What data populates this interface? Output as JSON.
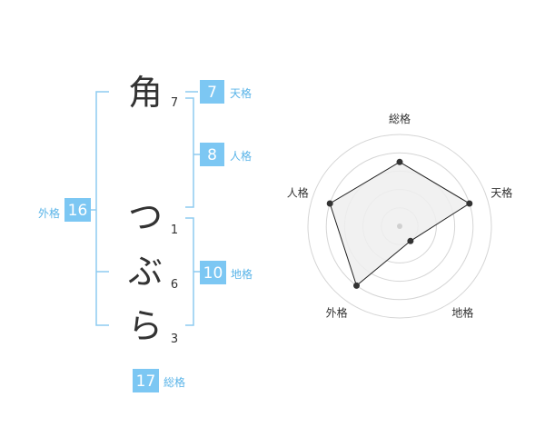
{
  "name": {
    "characters": [
      {
        "char": "角",
        "strokes": "7"
      },
      {
        "char": "つ",
        "strokes": "1"
      },
      {
        "char": "ぶ",
        "strokes": "6"
      },
      {
        "char": "ら",
        "strokes": "3"
      }
    ]
  },
  "kakusu": {
    "tenkaku": {
      "value": "7",
      "label": "天格"
    },
    "jinkaku": {
      "value": "8",
      "label": "人格"
    },
    "chikaku": {
      "value": "10",
      "label": "地格"
    },
    "gaikaku": {
      "value": "16",
      "label": "外格"
    },
    "soukaku": {
      "value": "17",
      "label": "総格"
    }
  },
  "colors": {
    "accent": "#7cc7f3",
    "accent_text": "#5ab4e8",
    "line": "#8dcbf0",
    "radar_fill": "#eeeeee",
    "radar_stroke": "#222222",
    "grid": "#d5d5d5"
  },
  "chart_data": {
    "type": "radar",
    "axes": [
      "総格",
      "天格",
      "地格",
      "外格",
      "人格"
    ],
    "values": [
      0.7,
      0.8,
      0.2,
      0.8,
      0.8
    ],
    "range": [
      0,
      1
    ],
    "grid_rings": 5
  }
}
